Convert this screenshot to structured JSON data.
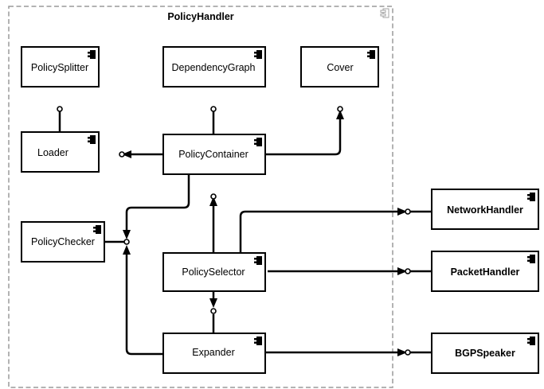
{
  "package": {
    "title": "PolicyHandler"
  },
  "components": {
    "policy_splitter": "PolicySplitter",
    "dependency_graph": "DependencyGraph",
    "cover": "Cover",
    "loader": "Loader",
    "policy_container": "PolicyContainer",
    "policy_checker": "PolicyChecker",
    "policy_selector": "PolicySelector",
    "expander": "Expander",
    "network_handler": "NetworkHandler",
    "packet_handler": "PacketHandler",
    "bgp_speaker": "BGPSpeaker"
  },
  "icons": {
    "component": "component-icon",
    "package": "package-icon"
  }
}
